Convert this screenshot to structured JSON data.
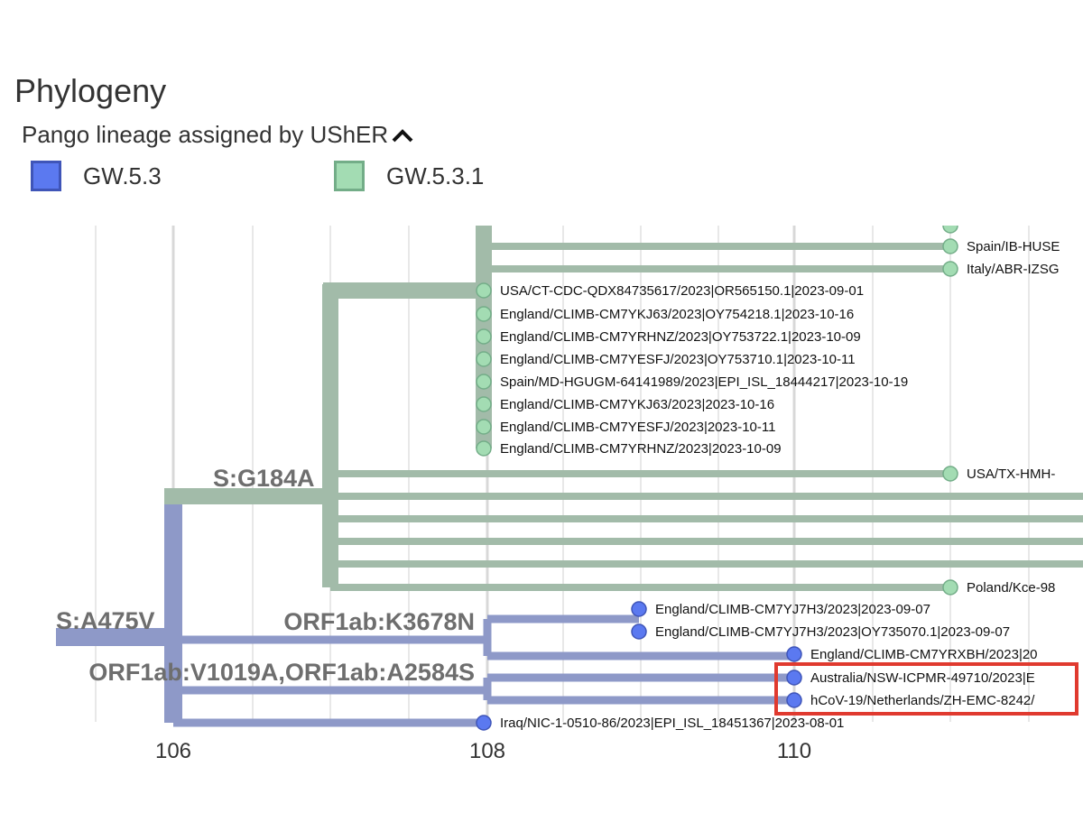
{
  "panel": {
    "title": "Phylogeny",
    "color_by_label": "Pango lineage assigned by UShER"
  },
  "legend": [
    {
      "label": "GW.5.3",
      "fill": "#5b79f0",
      "border": "#3f55b8"
    },
    {
      "label": "GW.5.3.1",
      "fill": "#a3dcb3",
      "border": "#73ad88"
    }
  ],
  "colors": {
    "branch_gw53": "#8e99c8",
    "branch_gw531": "#a2bba9",
    "tip_gw53": "#5b79f0",
    "tip_gw531": "#a3dcb3",
    "highlight_box": "#e03a2f",
    "grid": "#e0e0e0"
  },
  "axis": {
    "ticks": [
      "106",
      "108",
      "110"
    ]
  },
  "mutations": {
    "s_a475v": "S:A475V",
    "s_g184a": "S:G184A",
    "orf1ab_k3678n": "ORF1ab:K3678N",
    "orf1ab_v1019a_a2584s": "ORF1ab:V1019A,ORF1ab:A2584S"
  },
  "tips_gw531": [
    "Spain/IB-HUSE",
    "Italy/ABR-IZSG",
    "USA/CT-CDC-QDX84735617/2023|OR565150.1|2023-09-01",
    "England/CLIMB-CM7YKJ63/2023|OY754218.1|2023-10-16",
    "England/CLIMB-CM7YRHNZ/2023|OY753722.1|2023-10-09",
    "England/CLIMB-CM7YESFJ/2023|OY753710.1|2023-10-11",
    "Spain/MD-HGUGM-64141989/2023|EPI_ISL_18444217|2023-10-19",
    "England/CLIMB-CM7YKJ63/2023|2023-10-16",
    "England/CLIMB-CM7YESFJ/2023|2023-10-11",
    "England/CLIMB-CM7YRHNZ/2023|2023-10-09",
    "USA/TX-HMH-",
    "Poland/Kce-98"
  ],
  "tips_gw53": [
    "England/CLIMB-CM7YJ7H3/2023|2023-09-07",
    "England/CLIMB-CM7YJ7H3/2023|OY735070.1|2023-09-07",
    "England/CLIMB-CM7YRXBH/2023|20",
    "Australia/NSW-ICPMR-49710/2023|E",
    "hCoV-19/Netherlands/ZH-EMC-8242/",
    "Iraq/NIC-1-0510-86/2023|EPI_ISL_18451367|2023-08-01"
  ]
}
